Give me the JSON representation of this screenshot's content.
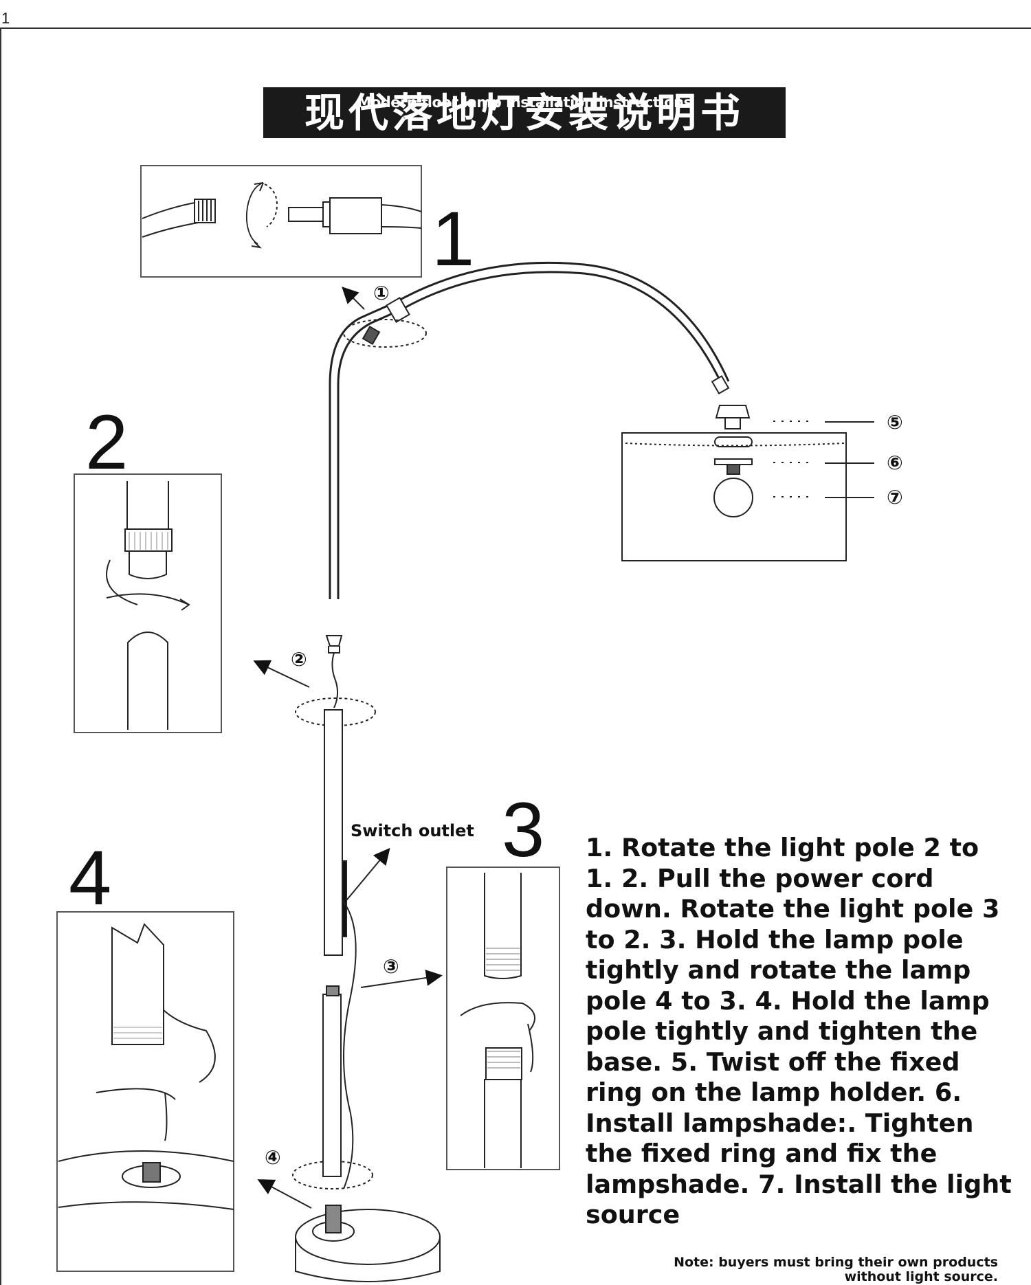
{
  "page_number": "1",
  "title": {
    "background_text": "现代落地灯安装说明书",
    "overlay_text": "Modern floor lamp installation instructions"
  },
  "steps": [
    "1",
    "2",
    "3",
    "4"
  ],
  "callouts": [
    "①",
    "②",
    "③",
    "④",
    "⑤",
    "⑥",
    "⑦"
  ],
  "labels": {
    "switch_outlet": "Switch outlet"
  },
  "instructions": "1. Rotate the light pole 2 to 1. 2. Pull the power cord down. Rotate the light pole 3 to 2. 3. Hold the lamp pole tightly and rotate the lamp pole 4 to 3. 4. Hold the lamp pole tightly and tighten the base. 5. Twist off the fixed ring on the lamp holder. 6. Install lampshade:. Tighten the fixed ring and fix the lampshade. 7. Install the light source",
  "note": "Note: buyers must bring their own products without light source."
}
